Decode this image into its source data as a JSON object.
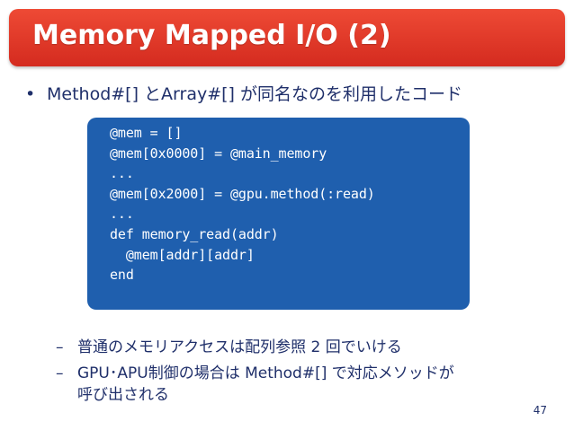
{
  "slide": {
    "title": "Memory Mapped I/O (2)",
    "bullet": {
      "marker": "•",
      "text": "Method#[] とArray#[] が同名なのを利用したコード"
    },
    "code_lines": [
      "@mem = []",
      "@mem[0x0000] = @main_memory",
      "...",
      "@mem[0x2000] = @gpu.method(:read)",
      "...",
      "def memory_read(addr)",
      "  @mem[addr][addr]",
      "end"
    ],
    "sub_items": [
      {
        "marker": "–",
        "text": "普通のメモリアクセスは配列参照 2 回でいける"
      },
      {
        "marker": "–",
        "text": "GPU･APU制御の場合は Method#[] で対応メソッドが"
      },
      {
        "marker": "",
        "text": "呼び出される"
      }
    ],
    "page_number": "47"
  },
  "colors": {
    "title_bar": "#d42b1f",
    "code_bg": "#1f5fae",
    "text": "#1f2f6a"
  }
}
